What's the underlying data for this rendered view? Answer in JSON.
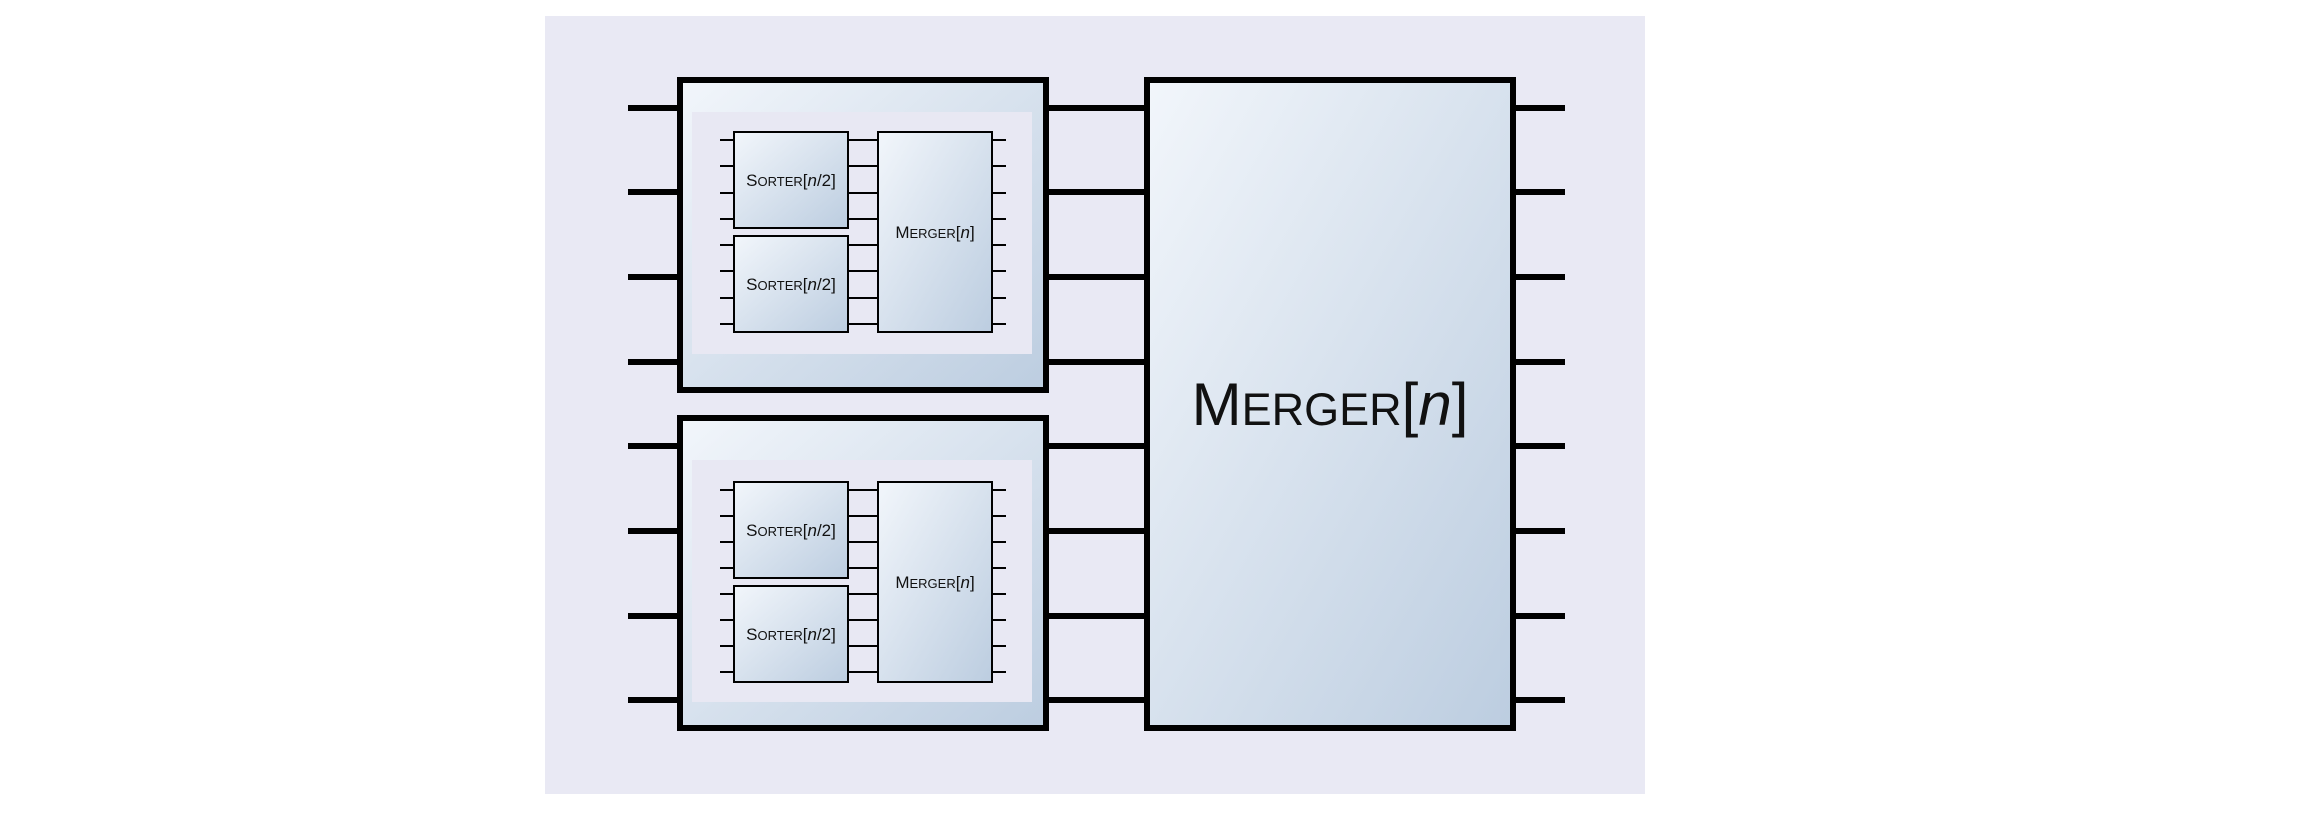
{
  "diagram": {
    "small_sorter": {
      "name_head": "S",
      "name_rest": "ORTER",
      "open": "[",
      "var": "n",
      "suffix": "/2]"
    },
    "small_merger": {
      "name_head": "M",
      "name_rest": "ERGER",
      "open": "[",
      "var": "n",
      "close": "]"
    },
    "big_merger": {
      "name_head": "M",
      "name_rest": "ERGER",
      "open": "[",
      "var": "n",
      "close": "]"
    }
  },
  "colors": {
    "panel_background": "#e9e9f4",
    "box_gradient_light": "#f2f6fb",
    "box_gradient_dark": "#bccde0",
    "inner_panel": "#e8e8f3",
    "stroke": "#000000"
  }
}
